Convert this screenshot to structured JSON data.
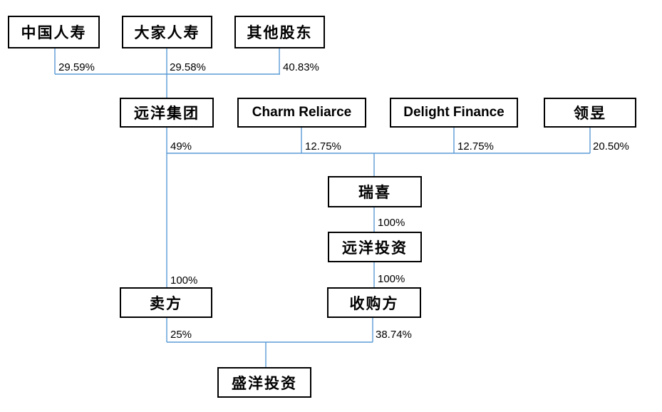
{
  "diagram": {
    "type": "shareholding-structure",
    "nodes": {
      "china_life": {
        "label": "中国人寿"
      },
      "dajia_life": {
        "label": "大家人寿"
      },
      "other_shareholders": {
        "label": "其他股东"
      },
      "sino_ocean_group": {
        "label": "远洋集团"
      },
      "charm_reliarce": {
        "label": "Charm Reliarce"
      },
      "delight_finance": {
        "label": "Delight Finance"
      },
      "lingyu": {
        "label": "领昱"
      },
      "ruixi": {
        "label": "瑞喜"
      },
      "sino_ocean_investment": {
        "label": "远洋投资"
      },
      "seller": {
        "label": "卖方"
      },
      "acquirer": {
        "label": "收购方"
      },
      "shengyang_investment": {
        "label": "盛洋投资"
      }
    },
    "percentages": {
      "china_life_to_group": "29.59%",
      "dajia_life_to_group": "29.58%",
      "other_to_group": "40.83%",
      "group_to_ruixi": "49%",
      "charm_to_ruixi": "12.75%",
      "delight_to_ruixi": "12.75%",
      "lingyu_to_ruixi": "20.50%",
      "ruixi_to_investment": "100%",
      "investment_to_acquirer": "100%",
      "group_to_seller": "100%",
      "seller_to_shengyang": "25%",
      "acquirer_to_shengyang": "38.74%"
    },
    "colors": {
      "connector": "#5B9BD5",
      "box_border": "#000000",
      "text": "#000000",
      "background": "#FFFFFF"
    }
  }
}
